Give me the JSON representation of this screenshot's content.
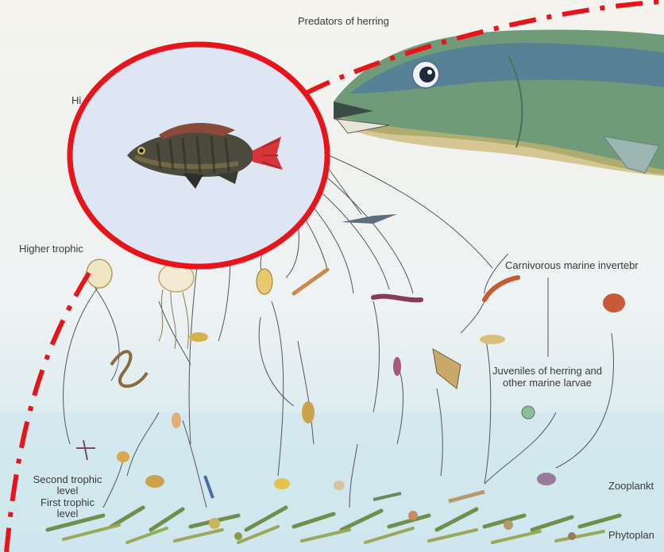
{
  "labels": {
    "predators": "Predators of herring",
    "higher_top": "Hi",
    "higher_trophic": "Higher trophic",
    "carnivorous": "Carnivorous marine invertebr",
    "juveniles_line1": "Juveniles of herring and",
    "juveniles_line2": "other marine larvae",
    "second_line1": "Second trophic",
    "second_line2": "level",
    "first_line1": "First trophic",
    "first_line2": "level",
    "zooplankton": "Zooplankt",
    "phytoplankton": "Phytoplan"
  },
  "overlay": {
    "circle_color": "#e8141c",
    "circle_fill": "#dce6f2",
    "inset_subject": "cichlid-fish"
  }
}
